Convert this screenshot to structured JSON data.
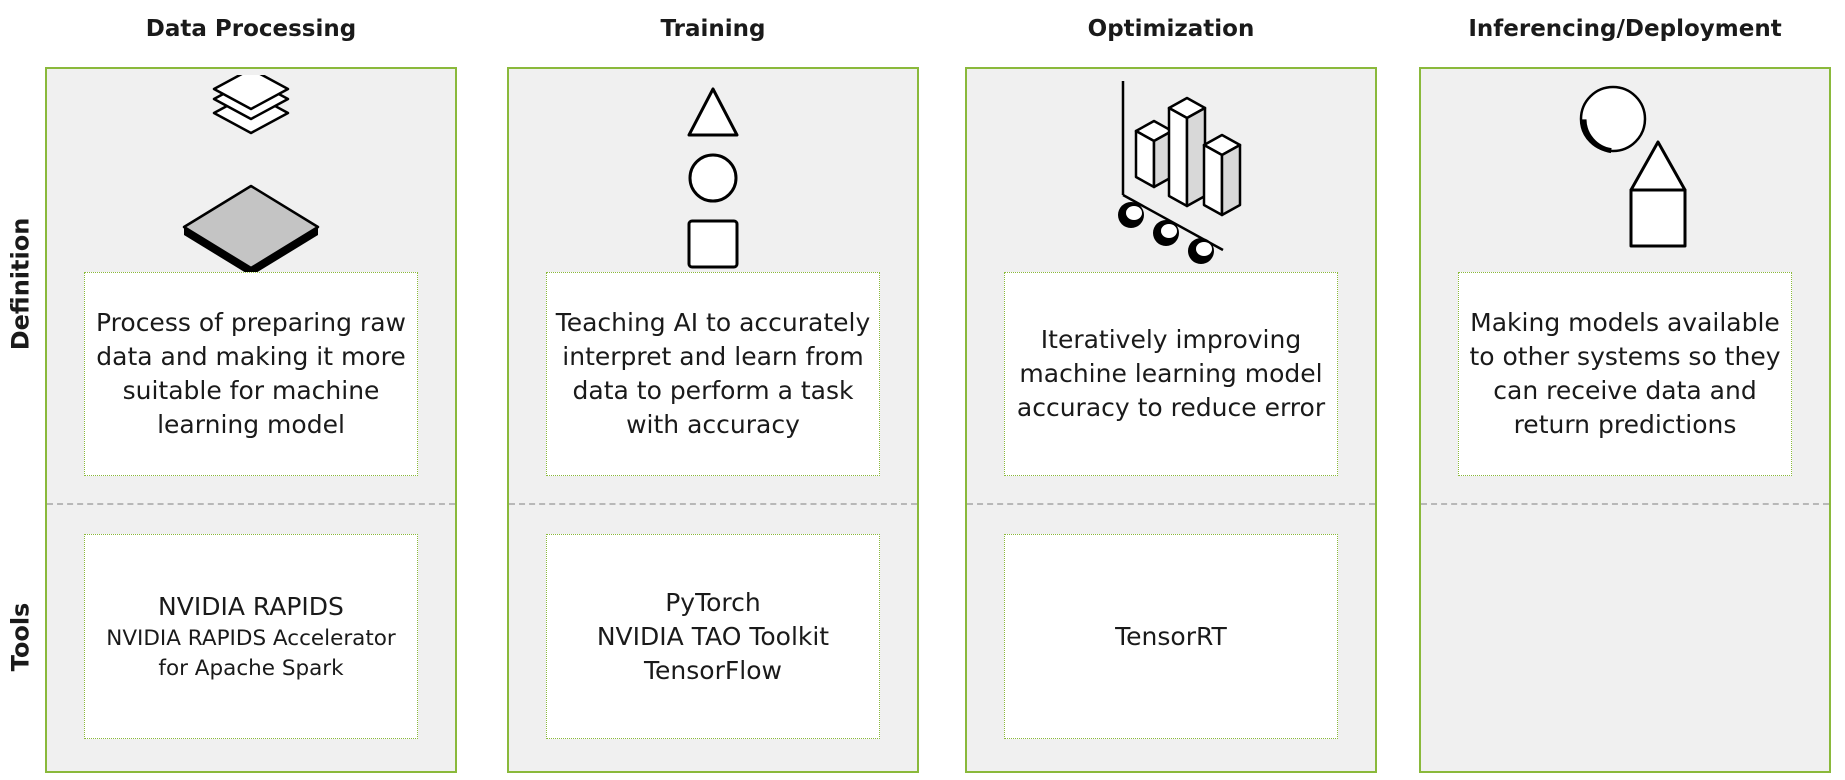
{
  "rows": {
    "definition": "Definition",
    "tools": "Tools"
  },
  "stages": [
    {
      "title": "Data Processing",
      "icon": "stacked-layers-icon",
      "definition": "Process of preparing raw data and making it more suitable for machine learning model",
      "tools": [
        "NVIDIA RAPIDS",
        "NVIDIA RAPIDS Accelerator",
        "for Apache Spark"
      ]
    },
    {
      "title": "Training",
      "icon": "shapes-icon",
      "definition": "Teaching AI to accurately interpret and learn from data to perform a task with accuracy",
      "tools": [
        "PyTorch",
        "NVIDIA TAO Toolkit",
        "TensorFlow"
      ]
    },
    {
      "title": "Optimization",
      "icon": "bar-chart-3d-icon",
      "definition": "Iteratively improving machine learning model accuracy to reduce error",
      "tools": [
        "TensorRT"
      ]
    },
    {
      "title": "Inferencing/Deployment",
      "icon": "deployed-shapes-icon",
      "definition": "Making models available to other systems so they can receive data and return predictions",
      "tools": []
    }
  ],
  "colors": {
    "border": "#8ab93b",
    "panel": "#f0f0f0",
    "divider": "#b8b8b8"
  }
}
